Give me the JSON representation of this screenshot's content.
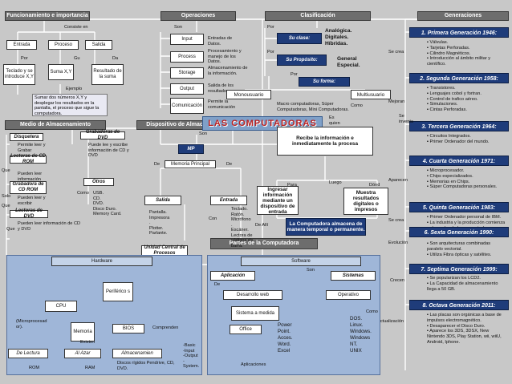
{
  "title": "LAS COMPUTADORAS",
  "headers": {
    "funcionamiento": "Funcionamiento e importancia",
    "operaciones": "Operaciones",
    "clasificacion": "Clasificación",
    "generaciones": "Generaciones",
    "almacenamiento": "Medio de Almacenamiento",
    "dispositivo": "Dispositivo de Almacenamiento",
    "partes": "Partes de la Computadora"
  },
  "funcionamiento": {
    "consiste_en": "Consiste en",
    "entrada": "Entrada",
    "proceso": "Proceso",
    "salida": "Salida",
    "por": "Por",
    "gu": "Gu",
    "da": "Da",
    "teclado": "Teclado y se introduce X,Y",
    "suma": "Suma X,Y",
    "resultado": "Resultado de la suma",
    "ejemplo": "Ejemplo",
    "nota": "Sumar dos números X,Y y desplegar los resultados en la pantalla, el proceso que sigue la computadora."
  },
  "operaciones": {
    "son": "Son",
    "input": "Input",
    "input_desc": "Entradas de Datos.",
    "process": "Process",
    "process_desc": "Procesamiento y manejo de los Datos.",
    "storage": "Storage",
    "storage_desc": "Almacenamiento de la información.",
    "output": "Output",
    "output_desc": "Salida de los resultados.",
    "comunicacion": "Comunicación",
    "comunicacion_desc": "Permite la comunicación"
  },
  "clasificacion": {
    "por1": "Por",
    "su_clase": "Su clase:",
    "clase_desc": "Analógica.\nDigitales.\nHíbridas.",
    "por2": "Por",
    "su_proposito": "Su Propósito:",
    "proposito_desc": "General\nEspecial.",
    "por3": "Por",
    "su_forma": "Su forma:",
    "monousuario": "Monousuario",
    "multiusuario": "Multiusuario",
    "forma_desc": "Macro computadoras, Súper Computadoras, Mini Computadoras.",
    "como": "Como",
    "es": "Es",
    "quien": "quien"
  },
  "generaciones": [
    {
      "title": "1. Primera Generación 1946:",
      "verb": "Se crea",
      "items": [
        "Válvulas.",
        "Tarjetas Perforadas.",
        "Cilindro Magnéticos.",
        "Introducción al ámbito militar y científico."
      ]
    },
    {
      "title": "2. Segunda Generación 1958:",
      "verb": "Mejoran",
      "items": [
        "Transistores.",
        "Lenguajes cobol y fortran.",
        "Control de trafico aéreo.",
        "Simulaciones.",
        "Cintas Perforadas."
      ]
    },
    {
      "title": "3. Tercera Generación 1964:",
      "verb": "Se inventa",
      "items": [
        "Circuitos Integrados.",
        "Primer Ordenador del mundo."
      ]
    },
    {
      "title": "4. Cuarta Generación 1971:",
      "verb": "Aparecen",
      "items": [
        "Microprocesador.",
        "Chips especializados.",
        "Memorias en Chips.",
        "Súper Computadoras personales."
      ]
    },
    {
      "title": "5. Quinta Generación 1983:",
      "verb": "Se crea",
      "items": [
        "Primer Ordenador personal de IBM.",
        "La industria y la producción comienza a depender de las computadoras."
      ]
    },
    {
      "title": "6. Sexta Generación 1990:",
      "verb": "Evolución",
      "items": [
        "Son arquitecturas combinadas paralelo vectorial.",
        "Utiliza Fibra ópticas y satélites."
      ]
    },
    {
      "title": "7. Septima Generación 1999:",
      "verb": "Crecen",
      "items": [
        "Se popularizan los LCD2.",
        "La Capacidad de almacenamiento llega a 50 GB."
      ]
    },
    {
      "title": "8. Octava Generación 2011:",
      "verb": "Actualización",
      "items": [
        "Las placas son orgánicas a base de impulsos electromagnético.",
        "Desaparecer el Disco Duro.",
        "Aparece los 3DS, 3DSX, New Nintendo 3DS, Play Station, wii, wiiU, Android, Iphone."
      ]
    }
  ],
  "almacenamiento": {
    "disquetera": "Disquetera",
    "que1": "Que",
    "disq_desc": "Permite leer y Grabar",
    "lectoras_cd": "Lectoras de CD ROM",
    "solo": "Solo",
    "lect_desc": "Pueden leer información",
    "grabadora_cd": "Grabadora de CD ROM",
    "que2": "Que",
    "grab_desc": "Pueden leer y escribir",
    "lectoras_dvd": "Lectoras de DVD",
    "que3": "Que",
    "dvd_desc": "Pueden leer información de CD y DVD",
    "grabadoras_dvd": "Grabadoras de DVD",
    "puede": "Puede lee y escribe información de CD y DVD",
    "otros": "Otros",
    "como": "Como",
    "otros_list": "USB.\nCD.\nDVD.\nDisco Duro.\nMemory Card."
  },
  "dispositivo": {
    "son": "Son",
    "mp": "MP",
    "de1": "De",
    "de2": "De",
    "memoria": "Memoria Principal",
    "salida": "Salida",
    "entrada": "Entrada",
    "salida_list": "Pantalla.\nImpresora\n.\nPlotter.\nParlante.",
    "con": "Con",
    "entrada_list": "Teclado.\nRatón.\nMicrófono\n.\nEscáner.\nLectora de códigos de barra.",
    "ucp": "Unidad Central de Procesos",
    "recibe": "Recibe la información e inmediatamente la procesa",
    "para": "Para",
    "luego": "Luego",
    "donde": "Dónd",
    "ingresar": "Ingresar información mediante un dispositivo de entrada",
    "muestra": "Muestra resultados digitales o impresos",
    "de_alli": "De Allí",
    "almacena": "La Computadora almacena de manera temporal o permanente."
  },
  "partes": {
    "hardware": "Hardware",
    "software": "Software",
    "son": "Son",
    "aplicacion": "Aplicación",
    "sistemas": "Sistemas",
    "de": "De",
    "cpu": "CPU",
    "periferico": "Periférico s",
    "micro": "(Microprocesad or).",
    "memoria": "Memoria",
    "bios": "BIOS",
    "comprenden": "Comprenden",
    "existen": "Existen",
    "lectura": "De Lectura",
    "azar": "Al Azar",
    "almacenamiento": "Almacenamien",
    "rom": "ROM",
    "ram": "RAM",
    "discos": "Discos rígidos Pendrive, CD, DVD.",
    "desarrollo": "Desarrollo web",
    "operativo": "Operativo",
    "sistema_medida": "Sistema a medida",
    "office": "Office",
    "office_list": "Power Point.\nAcces.\nWord.\nExcel",
    "como": "Como",
    "os_list": "DOS.\nLinux.\nWindows.\nWindows NT.\nUNIX",
    "sistema_list": "-Basic\n-Input\n-Output\n-\nSystem.",
    "aplicaciones": "Aplicaciones"
  }
}
